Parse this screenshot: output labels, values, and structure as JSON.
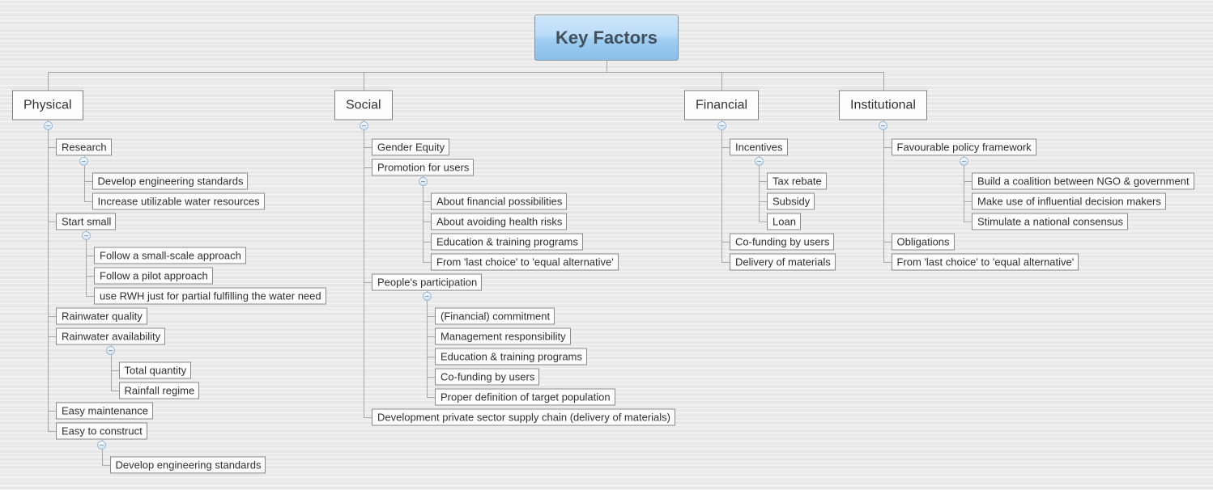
{
  "root": {
    "label": "Key Factors"
  },
  "icons": {
    "collapse": "minus-circle"
  },
  "colors": {
    "background": "#ebebeb",
    "line": "#a6a6a6",
    "node_border": "#8a8a8a",
    "node_background": "#fcfcfc",
    "text": "#303030",
    "root_border": "#7d93a3",
    "root_gradient_top": "#cde6fb",
    "root_gradient_bottom": "#8abfea",
    "root_text": "#41505c",
    "collapse_icon_border": "#9db9d3"
  },
  "branches": [
    {
      "label": "Physical",
      "children": [
        {
          "label": "Research",
          "children": [
            {
              "label": "Develop engineering standards"
            },
            {
              "label": "Increase utilizable water resources"
            }
          ]
        },
        {
          "label": "Start small",
          "children": [
            {
              "label": "Follow a small-scale approach"
            },
            {
              "label": "Follow a pilot approach"
            },
            {
              "label": "use RWH just for partial fulfilling the water need"
            }
          ]
        },
        {
          "label": "Rainwater quality"
        },
        {
          "label": "Rainwater availability",
          "children": [
            {
              "label": "Total quantity"
            },
            {
              "label": "Rainfall regime"
            }
          ]
        },
        {
          "label": "Easy maintenance"
        },
        {
          "label": "Easy to construct",
          "children": [
            {
              "label": "Develop engineering standards"
            }
          ]
        }
      ]
    },
    {
      "label": "Social",
      "children": [
        {
          "label": "Gender Equity"
        },
        {
          "label": "Promotion for users",
          "children": [
            {
              "label": "About financial possibilities"
            },
            {
              "label": "About avoiding health risks"
            },
            {
              "label": "Education & training programs"
            },
            {
              "label": "From 'last choice' to 'equal alternative'"
            }
          ]
        },
        {
          "label": "People's participation",
          "children": [
            {
              "label": "(Financial) commitment"
            },
            {
              "label": "Management responsibility"
            },
            {
              "label": "Education & training programs"
            },
            {
              "label": "Co-funding by users"
            },
            {
              "label": "Proper definition of target population"
            }
          ]
        },
        {
          "label": "Development private sector supply chain (delivery of materials)"
        }
      ]
    },
    {
      "label": "Financial",
      "children": [
        {
          "label": "Incentives",
          "children": [
            {
              "label": "Tax rebate"
            },
            {
              "label": "Subsidy"
            },
            {
              "label": "Loan"
            }
          ]
        },
        {
          "label": "Co-funding by users"
        },
        {
          "label": "Delivery of materials"
        }
      ]
    },
    {
      "label": "Institutional",
      "children": [
        {
          "label": "Favourable policy framework",
          "children": [
            {
              "label": "Build a coalition between NGO & government"
            },
            {
              "label": "Make use of influential decision makers"
            },
            {
              "label": "Stimulate a national consensus"
            }
          ]
        },
        {
          "label": "Obligations"
        },
        {
          "label": "From 'last choice' to 'equal alternative'"
        }
      ]
    }
  ]
}
